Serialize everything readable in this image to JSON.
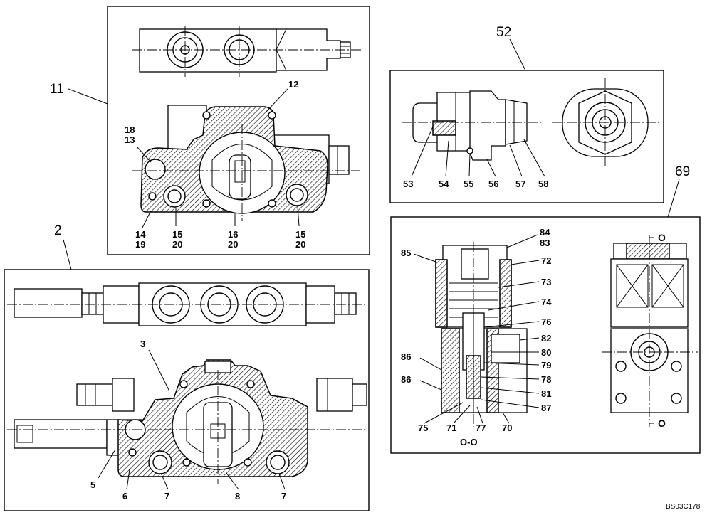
{
  "drawing_code": "BS03C178",
  "section_label": "O-O",
  "section_mark": "O",
  "callouts": {
    "c2": "2",
    "c3": "3",
    "c5": "5",
    "c6": "6",
    "c7a": "7",
    "c7b": "7",
    "c8": "8",
    "c11": "11",
    "c12": "12",
    "c18": "18",
    "c13": "13",
    "c14": "14",
    "c19": "19",
    "c15a": "15",
    "c20a": "20",
    "c16": "16",
    "c20b": "20",
    "c15b": "15",
    "c20c": "20",
    "c52": "52",
    "c53": "53",
    "c54": "54",
    "c55": "55",
    "c56": "56",
    "c57": "57",
    "c58": "58",
    "c69": "69",
    "c84": "84",
    "c83": "83",
    "c85": "85",
    "c72": "72",
    "c73": "73",
    "c74": "74",
    "c76": "76",
    "c82": "82",
    "c86a": "86",
    "c80": "80",
    "c79": "79",
    "c78": "78",
    "c86b": "86",
    "c81": "81",
    "c87": "87",
    "c75": "75",
    "c71": "71",
    "c77": "77",
    "c70": "70"
  }
}
